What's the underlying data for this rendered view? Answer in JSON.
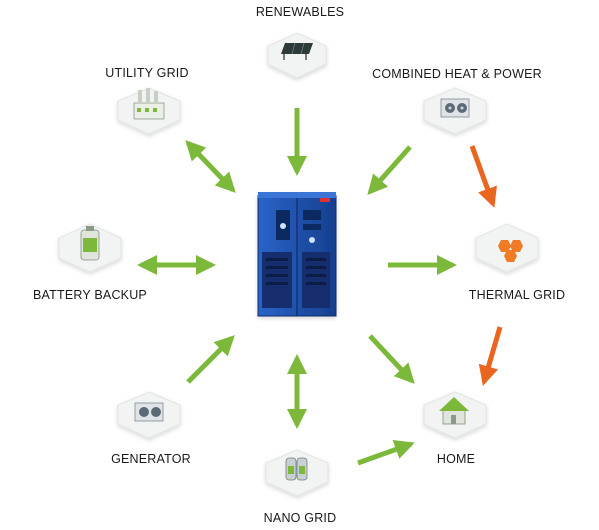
{
  "nodes": {
    "renewables": {
      "label": "RENEWABLES",
      "icon": "solar-panel-icon"
    },
    "utility": {
      "label": "UTILITY GRID",
      "icon": "power-plant-icon"
    },
    "chp": {
      "label": "COMBINED HEAT & POWER",
      "icon": "chp-unit-icon"
    },
    "battery": {
      "label": "BATTERY BACKUP",
      "icon": "battery-icon"
    },
    "thermal": {
      "label": "THERMAL GRID",
      "icon": "thermal-hexagon-icon"
    },
    "generator": {
      "label": "GENERATOR",
      "icon": "generator-icon"
    },
    "home": {
      "label": "HOME",
      "icon": "house-icon"
    },
    "nanogrid": {
      "label": "NANO GRID",
      "icon": "nano-grid-icon"
    }
  },
  "center": {
    "icon": "power-cabinet-icon"
  },
  "colors": {
    "green_arrow": "#7cb83a",
    "orange_arrow": "#e8661f",
    "cabinet_blue": "#1d4fb0",
    "hex_fill": "#f2f4f4"
  }
}
